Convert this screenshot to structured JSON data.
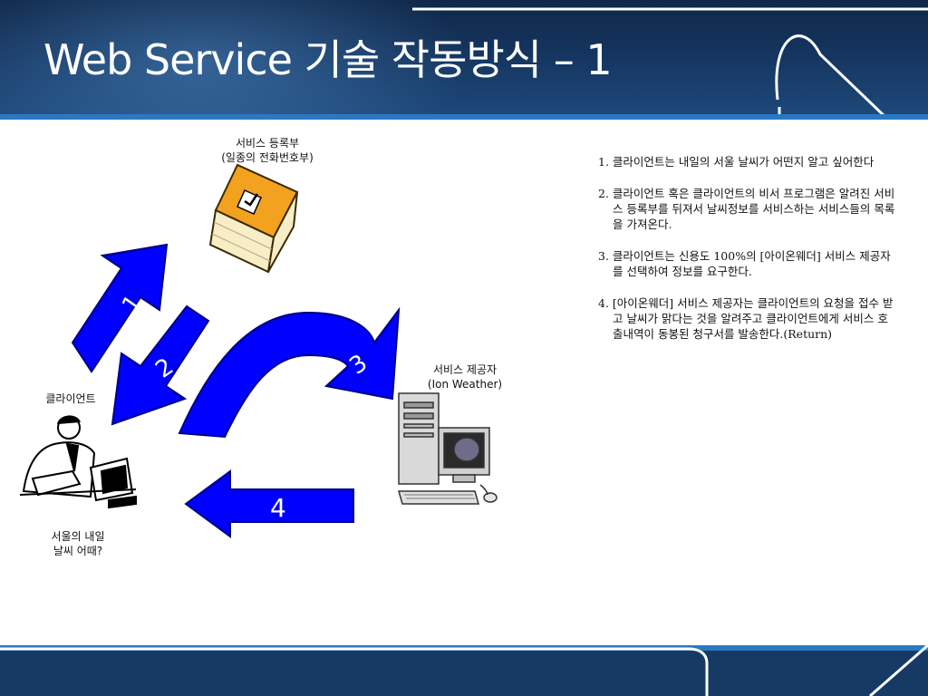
{
  "slide": {
    "title": "Web Service 기술 작동방식 – 1"
  },
  "labels": {
    "registry_line1": "서비스 등록부",
    "registry_line2": "(일종의 전화번호부)",
    "client": "클라이언트",
    "provider_line1": "서비스 제공자",
    "provider_line2": "(Ion Weather)",
    "question_line1": "서울의 내일",
    "question_line2": "날씨 어때?"
  },
  "arrows": [
    "1",
    "2",
    "3",
    "4"
  ],
  "steps": [
    "1. 클라이언트는 내일의 서울 날씨가 어떤지 알고 싶어한다",
    "2. 클라이언트 혹은 클라이언트의 비서 프로그램은 알려진 서비스 등록부를 뒤져서 날씨정보를 서비스하는 서비스들의 목록을 가져온다.",
    "3. 클라이언트는 신용도 100%의 [아이온웨더] 서비스 제공자를 선택하여 정보를 요구한다.",
    "4. [아이온웨더] 서비스 제공자는 클라이언트의 요청을 접수 받고 날씨가 맑다는 것을 알려주고 클라이언트에게 서비스 호출내역이 동봉된 청구서를 발송한다.(Return)"
  ],
  "colors": {
    "arrow_fill": "#0000ff",
    "arrow_stroke": "#000080",
    "book_cover": "#f2a21e",
    "header_bg": "#15355f",
    "accent_stripe": "#2b78c2"
  },
  "icons": [
    "book-icon",
    "client-person-icon",
    "server-computer-icon",
    "header-swoosh-icon"
  ]
}
